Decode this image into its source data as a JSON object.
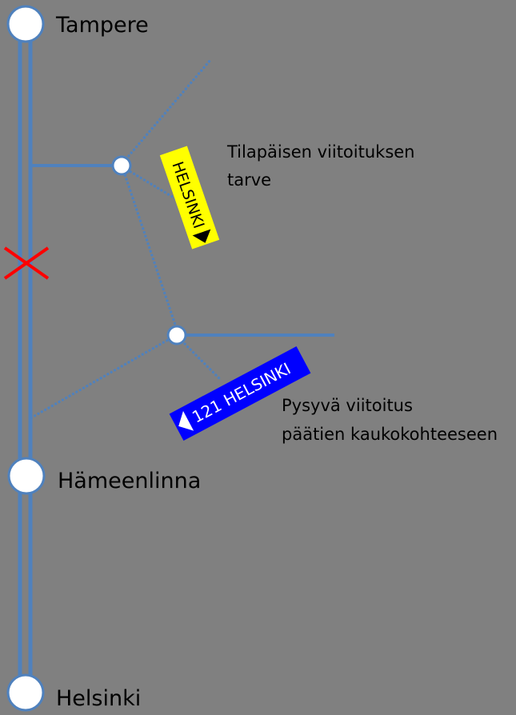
{
  "cities": {
    "top": "Tampere",
    "middle": "Hämeenlinna",
    "bottom": "Helsinki"
  },
  "signs": {
    "temporary": "HELSINKI",
    "permanent": "121 HELSINKI"
  },
  "notes": {
    "temporary_line1": "Tilapäisen viitoituksen",
    "temporary_line2": "tarve",
    "permanent_line1": "Pysyvä viitoitus",
    "permanent_line2": "päätien kaukokohteeseen"
  },
  "colors": {
    "background": "#808080",
    "road": "#4f81bd",
    "yellow_sign": "#ffff00",
    "blue_sign": "#0000ff",
    "closure_mark": "#ff0000"
  },
  "icons": {
    "closure": "red-x-mark",
    "arrow_temporary": "black-triangle",
    "arrow_permanent": "white-triangle"
  }
}
